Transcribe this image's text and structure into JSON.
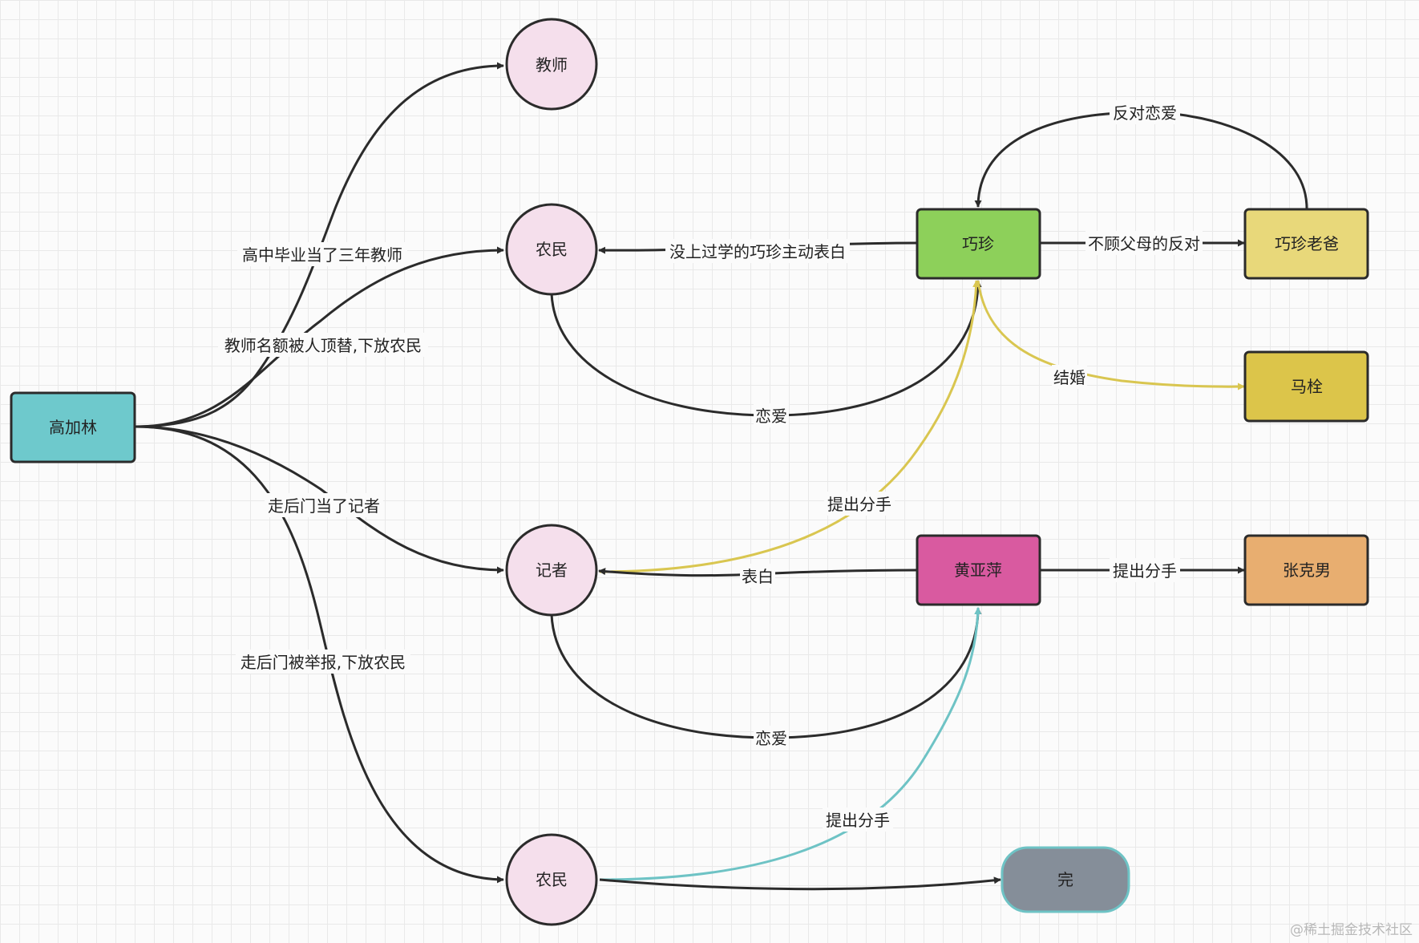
{
  "colors": {
    "stroke": "#2b2b2b",
    "yellow_edge": "#d9c650",
    "teal_edge": "#6ec3c5",
    "circle_fill": "#f5dfec"
  },
  "nodes": {
    "gaojialin": {
      "label": "高加林",
      "fill": "#6ec9cc"
    },
    "jiaoshi": {
      "label": "教师",
      "fill": "#f5dfec"
    },
    "nongmin1": {
      "label": "农民",
      "fill": "#f5dfec"
    },
    "jizhe": {
      "label": "记者",
      "fill": "#f5dfec"
    },
    "nongmin2": {
      "label": "农民",
      "fill": "#f5dfec"
    },
    "qiaozhen": {
      "label": "巧珍",
      "fill": "#8dd05a"
    },
    "qiaozhen_dad": {
      "label": "巧珍老爸",
      "fill": "#e8d87a"
    },
    "mashuan": {
      "label": "马栓",
      "fill": "#dcc54a"
    },
    "huangyaping": {
      "label": "黄亚萍",
      "fill": "#d95aa0"
    },
    "zhangkenan": {
      "label": "张克男",
      "fill": "#e8ae70"
    },
    "end": {
      "label": "完",
      "fill": "#858e99"
    }
  },
  "edges": {
    "teacher": "高中毕业当了三年教师",
    "replaced": "教师名额被人顶替,下放农民",
    "reporter": "走后门当了记者",
    "reported": "走后门被举报,下放农民",
    "confess_qz": "没上过学的巧珍主动表白",
    "love1": "恋爱",
    "against_parents": "不顾父母的反对",
    "oppose_love": "反对恋爱",
    "marry": "结婚",
    "breakup_qz": "提出分手",
    "confess_hyp": "表白",
    "love2": "恋爱",
    "breakup_zkn": "提出分手",
    "breakup_hyp": "提出分手"
  },
  "watermark": "@稀土掘金技术社区"
}
